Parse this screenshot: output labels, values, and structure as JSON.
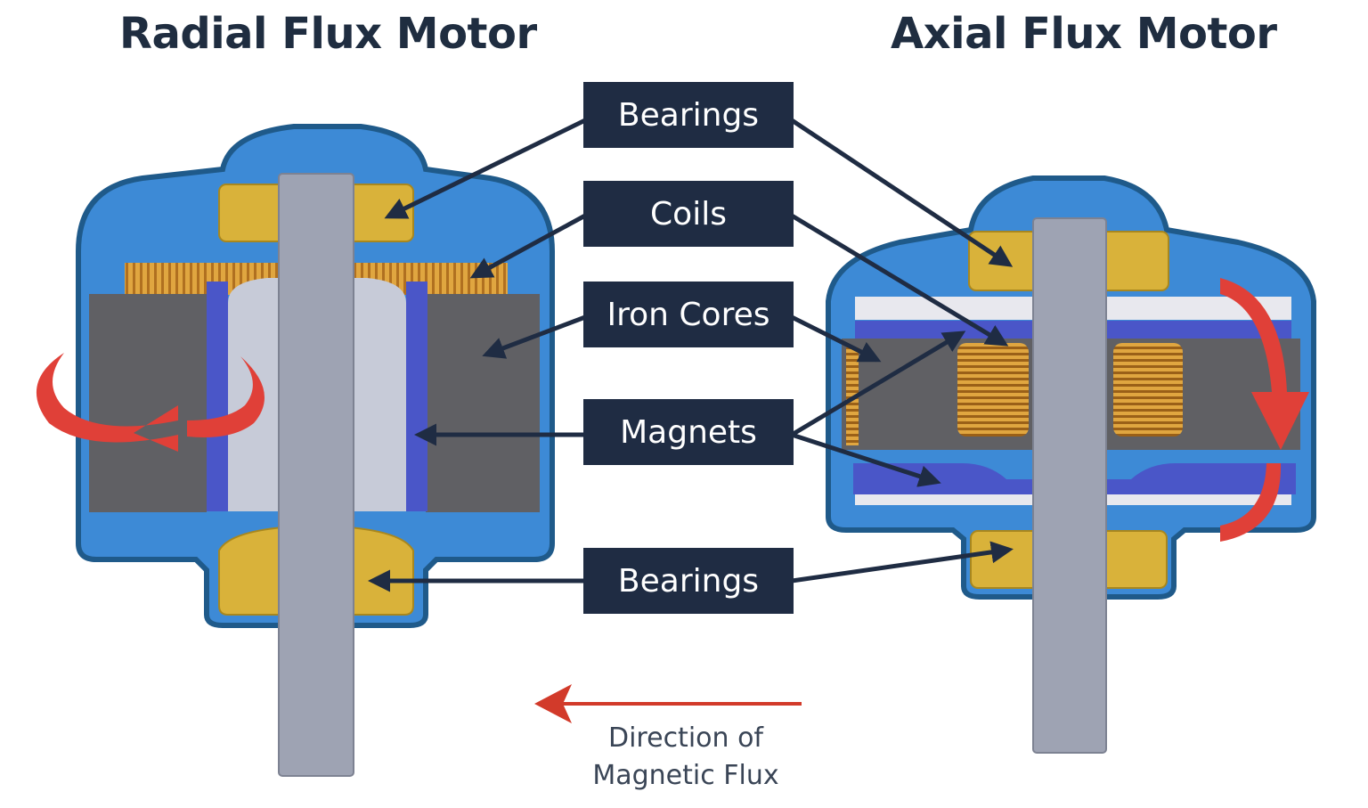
{
  "titles": {
    "radial": "Radial Flux Motor",
    "axial": "Axial Flux Motor"
  },
  "labels": {
    "bearings_top": "Bearings",
    "coils": "Coils",
    "iron_cores": "Iron Cores",
    "magnets": "Magnets",
    "bearings_bottom": "Bearings"
  },
  "legend": {
    "line1": "Direction of",
    "line2": "Magnetic Flux"
  },
  "colors": {
    "housing": "#3d8ad6",
    "housing_edge": "#1f5a8a",
    "bearing": "#d9b23a",
    "shaft": "#9ea3b3",
    "iron": "#606064",
    "magnet": "#4a56c8",
    "coil": "#c98a2a",
    "label_bg": "#1f2c43",
    "arrow": "#1f2c43",
    "flux_arrow": "#d23a2a",
    "rotation_arrow": "#e04038",
    "title": "#1f2d40"
  }
}
